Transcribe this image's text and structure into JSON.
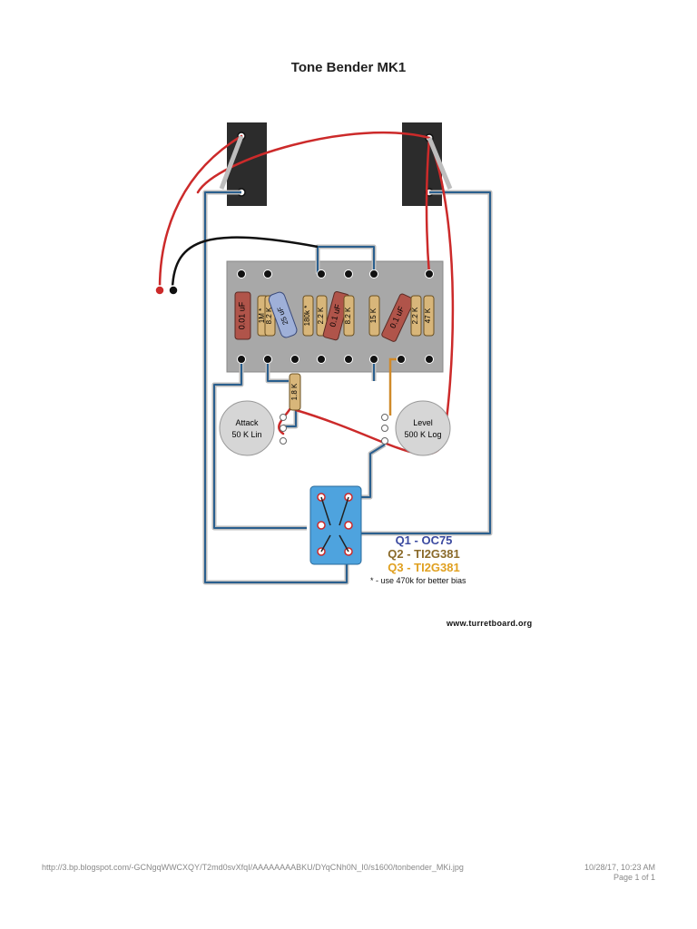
{
  "title": "Tone Bender MK1",
  "jacks": {
    "input": {},
    "output": {}
  },
  "components": {
    "c1": "0.01 uF",
    "r1": "1M *",
    "r2": "8.2 K",
    "c2": "25 uF",
    "r3": "180k *",
    "r4": "2.2 K",
    "c3": "0.1 uF",
    "r5": "8.2 K",
    "r6": "15 K",
    "c4": "0.1 uF",
    "r7": "2.2 K",
    "r8": "47 K",
    "r9": "1.8 K"
  },
  "pots": {
    "attack": {
      "name": "Attack",
      "value": "50 K Lin"
    },
    "level": {
      "name": "Level",
      "value": "500 K Log"
    }
  },
  "transistors": [
    {
      "label": "Q1 - OC75",
      "color": "#3b4aa0"
    },
    {
      "label": "Q2 - TI2G381",
      "color": "#8a6a2a"
    },
    {
      "label": "Q3 - TI2G381",
      "color": "#e0a020"
    }
  ],
  "note": "* - use 470k for better bias",
  "site": "www.turretboard.org",
  "footer": {
    "url": "http://3.bp.blogspot.com/-GCNgqWWCXQY/T2md0svXfqI/AAAAAAAABKU/DYqCNh0N_I0/s1600/tonbender_MKi.jpg",
    "date": "10/28/17, 10:23 AM",
    "page": "Page 1 of 1"
  },
  "colors": {
    "wire_blue": "#2a5f8e",
    "wire_red": "#cc2a2a",
    "wire_black": "#111111",
    "wire_gray": "#bdbdbd",
    "board": "#a8a8a8",
    "jack": "#2c2c2c",
    "switch": "#4ea3de",
    "resistor": "#d8b67a",
    "capacitor": "#b0544a",
    "electrolytic": "#9fb0d8",
    "pot": "#d6d6d6"
  }
}
